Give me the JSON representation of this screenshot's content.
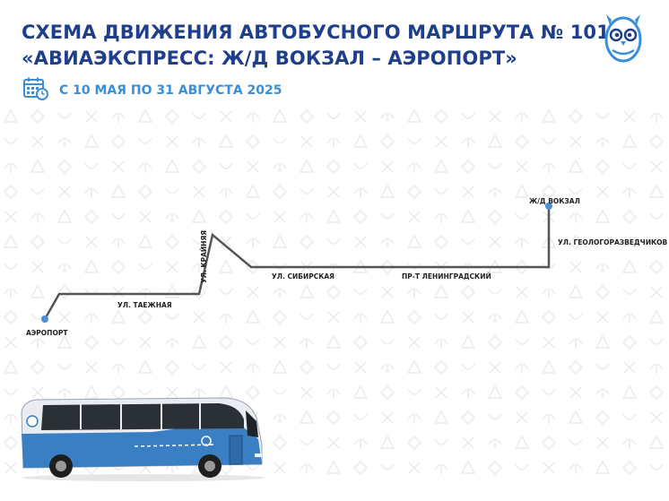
{
  "header": {
    "title_line1": "СХЕМА ДВИЖЕНИЯ АВТОБУСНОГО МАРШРУТА № 101",
    "title_line2": "«АВИАЭКСПРЕСС: Ж/Д ВОКЗАЛ – АЭРОПОРТ»",
    "date_range": "С 10 МАЯ ПО 31 АВГУСТА 2025",
    "date_icon": "calendar-clock-icon"
  },
  "route": {
    "stops": [
      {
        "name": "АЭРОПОРТ"
      },
      {
        "name": "Ж/Д ВОКЗАЛ"
      }
    ],
    "streets": [
      "УЛ. ТАЕЖНАЯ",
      "УЛ. КРАЙНЯЯ",
      "УЛ. СИБИРСКАЯ",
      "ПР-Т ЛЕНИНГРАДСКИЙ",
      "УЛ. ГЕОЛОГОРАЗВЕДЧИКОВ"
    ]
  },
  "colors": {
    "title": "#1f3f8a",
    "accent": "#3b8fd9",
    "route_line": "#555555",
    "stop_dot": "#4a90d9"
  },
  "logo_icon": "owl-mascot-icon",
  "bus_icon": "coach-bus-illustration"
}
